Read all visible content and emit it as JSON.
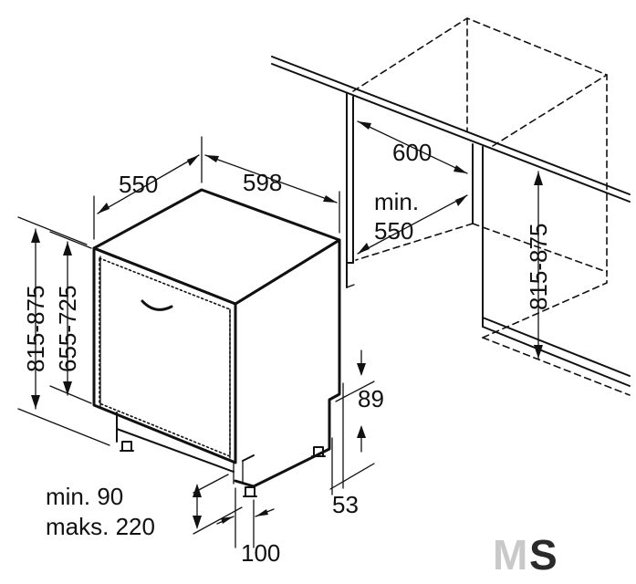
{
  "dimensions": {
    "depth": "550",
    "width": "598",
    "height_range": "815-875",
    "door_height_range": "655-725",
    "niche_width": "600",
    "niche_min_label": "min.",
    "niche_min_value": "550",
    "niche_height_range": "815-875",
    "plinth_height": "89",
    "plinth_setback": "53",
    "plinth_min": "min. 90",
    "plinth_max": "maks. 220",
    "plinth_depth": "100"
  },
  "logo": {
    "letter_m": "M",
    "letter_s": "S"
  }
}
